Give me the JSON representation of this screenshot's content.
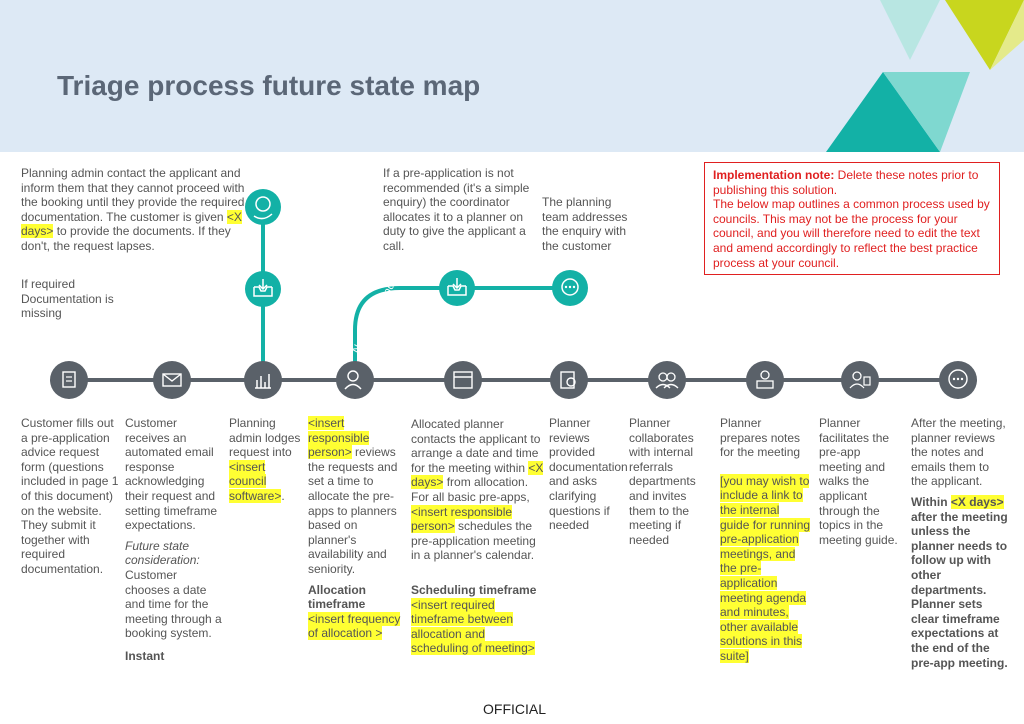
{
  "title": "Triage process future state map",
  "official": "OFFICIAL",
  "colors": {
    "teal": "#13b1a6",
    "dark": "#5a6169",
    "lime": "#c8d61e",
    "header_bg": "#dde9f5",
    "note_red": "#e02020",
    "highlight": "#ffff33"
  },
  "top_notes": {
    "admin_p1": "Planning admin contact the applicant and inform them that they cannot proceed with the booking until they provide the required documentation. The customer is given ",
    "admin_hl": "<X days>",
    "admin_p2": " to provide the documents. If they don't, the request lapses.",
    "if_required": "If required Documentation is missing",
    "pre_app": "If a pre-application is not recommended (it's a simple enquiry) the coordinator allocates it to a planner on duty to give the applicant a call.",
    "planning_team": "The planning team addresses the enquiry with the customer",
    "not_recommended": "Not recommended"
  },
  "implementation_note": {
    "label": "Implementation note:",
    "line1": " Delete these notes prior to publishing this solution.",
    "line2": "The below map outlines a common process used by councils. This may not be the process for your council, and you will therefore need to edit the text and amend accordingly to reflect the best practice process at your council."
  },
  "icons": {
    "main": [
      "clipboard-icon",
      "envelope-icon",
      "chart-icon",
      "person-icon",
      "calendar-icon",
      "document-search-icon",
      "people-icon",
      "presenter-icon",
      "person-board-icon",
      "speech-bubble-icon"
    ],
    "vertical": [
      "hand-question-icon",
      "inbox-icon"
    ],
    "branch": [
      "inbox-icon",
      "speech-bubble-icon"
    ]
  },
  "steps": {
    "s1": "Customer fills out a pre-application advice request form (questions included in page 1 of this document) on the website. They submit it together with required documentation.",
    "s2_a": "Customer receives an automated email response acknowledging their request and setting timeframe expectations.",
    "s2_future": "Future state consideration:",
    "s2_b": "Customer chooses a date and time for the meeting through a booking system.",
    "s2_instant": "Instant",
    "s3_a": "Planning admin lodges request into",
    "s3_hl": "<insert council software>",
    "s3_b": ".",
    "s4_hl": "<insert responsible person>",
    "s4_a": " reviews the requests and set a time to allocate the pre-apps to planners based on planner's availability and seniority.",
    "s4_alloc": "Allocation timeframe",
    "s4_hl2": "<insert frequency of allocation >",
    "s5_a": "Allocated planner contacts the applicant to arrange a date and time for the meeting within ",
    "s5_hl": "<X days>",
    "s5_b": " from allocation. For all basic pre-apps, ",
    "s5_hl2": "<insert responsible person>",
    "s5_c": " schedules the pre-application meeting in a planner's calendar.",
    "s5_sched": "Scheduling timeframe",
    "s5_hl3": "<insert required timeframe between allocation and scheduling of meeting>",
    "s6": "Planner reviews provided documentation and asks clarifying questions if needed",
    "s7": "Planner collaborates with internal referrals departments and invites them to the meeting if needed",
    "s8_a": "Planner prepares notes for the meeting",
    "s8_hl": "[you may wish to include a link to the internal guide for running pre-application meetings, and the pre-application meeting agenda and minutes, other available solutions in this suite]",
    "s9": "Planner facilitates the pre-app meeting and walks the applicant through the topics in the meeting guide.",
    "s10_a": "After the meeting, planner reviews the notes and emails them to the applicant.",
    "s10_w1": "Within ",
    "s10_hl": "<X days>",
    "s10_w2": " after the meeting unless the planner needs to follow up with other departments. Planner sets clear timeframe expectations at the end of the pre-app meeting."
  }
}
